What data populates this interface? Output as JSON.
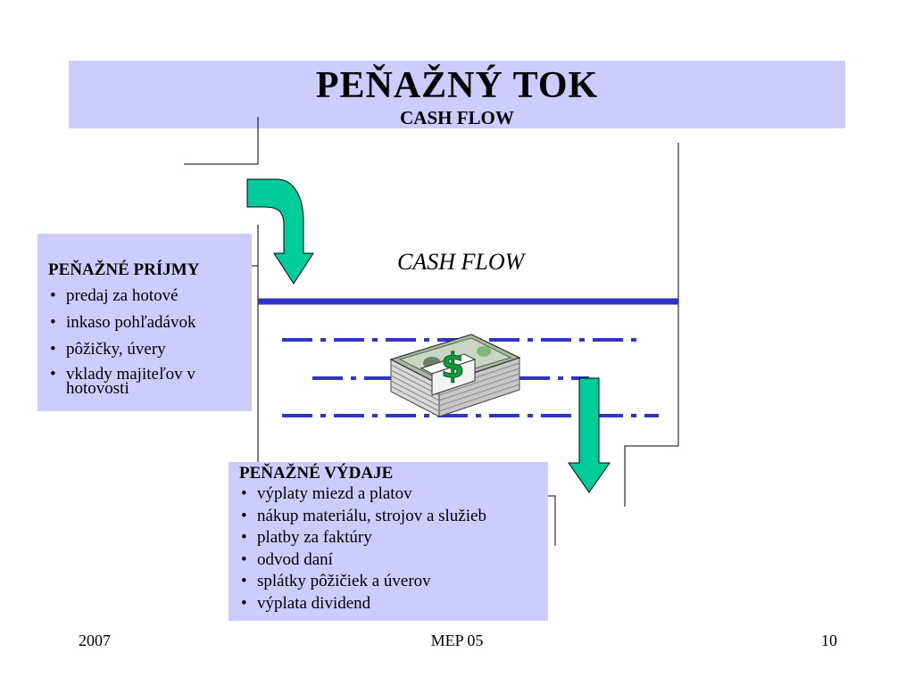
{
  "title": {
    "main": "PEŇAŽNÝ  TOK",
    "sub": "CASH FLOW"
  },
  "diagram": {
    "flow_label": "CASH FLOW",
    "money_icon": "dollar-bills-icon",
    "colors": {
      "band": "#ccccff",
      "flow_line": "#3333cc",
      "arrow": "#00cc99"
    }
  },
  "income": {
    "title": "PEŇAŽNÉ PRÍJMY",
    "items": [
      "predaj za hotové",
      "inkaso pohľadávok",
      "pôžičky, úvery",
      "vklady majiteľov v hotovosti"
    ]
  },
  "expense": {
    "title": "PEŇAŽNÉ VÝDAJE",
    "items": [
      "výplaty miezd a platov",
      "nákup materiálu, strojov a služieb",
      "platby za faktúry",
      "odvod daní",
      "splátky pôžičiek a úverov",
      "výplata dividend"
    ]
  },
  "footer": {
    "left": "2007",
    "center": "MEP 05",
    "right": "10"
  }
}
